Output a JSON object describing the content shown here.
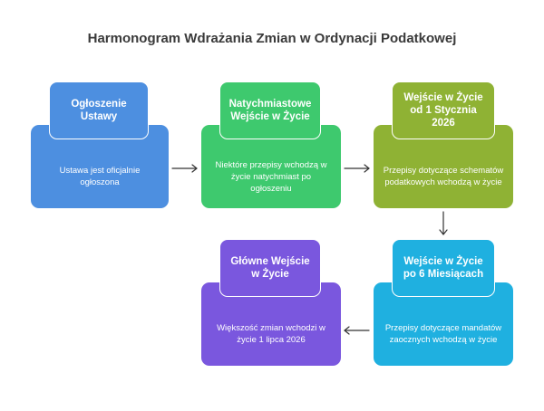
{
  "title": "Harmonogram Wdrażania Zmian w Ordynacji Podatkowej",
  "colors": {
    "blue": "#4d8fe0",
    "green": "#3ec96e",
    "olive": "#8fb234",
    "cyan": "#1fb0e0",
    "purple": "#7a57de",
    "arrow": "#333333"
  },
  "steps": [
    {
      "heading": "Ogłoszenie Ustawy",
      "body": "Ustawa jest oficjalnie ogłoszona"
    },
    {
      "heading": "Natychmiastowe Wejście w Życie",
      "body": "Niektóre przepisy wchodzą w życie natychmiast po ogłoszeniu"
    },
    {
      "heading": "Wejście w Życie od 1 Stycznia 2026",
      "body": "Przepisy dotyczące schematów podatkowych wchodzą w życie"
    },
    {
      "heading": "Wejście w Życie po 6 Miesiącach",
      "body": "Przepisy dotyczące mandatów zaocznych wchodzą w życie"
    },
    {
      "heading": "Główne Wejście w Życie",
      "body": "Większość zmian wchodzi w życie 1 lipca 2026"
    }
  ]
}
